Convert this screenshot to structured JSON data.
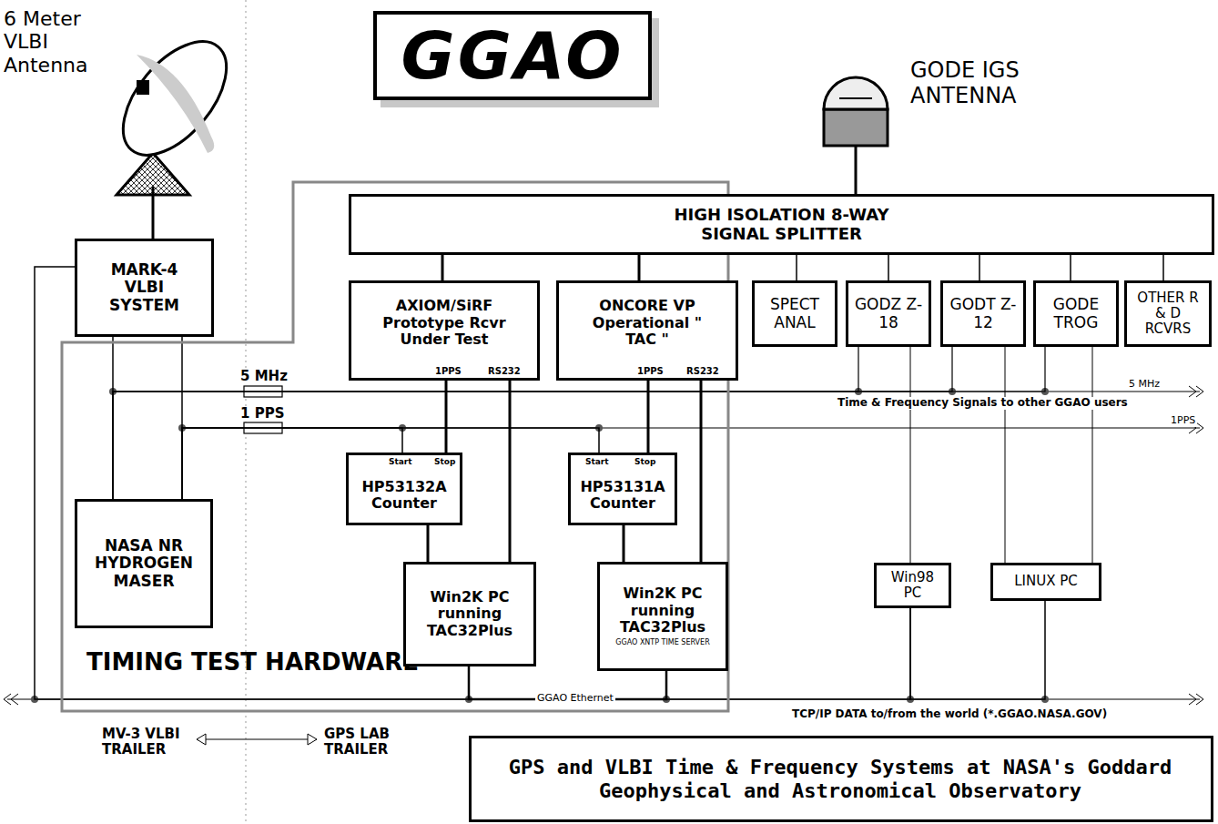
{
  "diagram": {
    "nodes": [
      {
        "text": [
          "GGAO"
        ]
      },
      {
        "text": [
          "MARK-4 VLBI SYSTEM"
        ]
      },
      {
        "text": [
          "TIMING TEST HARDWARE"
        ]
      },
      {
        "text": [
          "NASA NR HYDROGEN MASER"
        ],
        "in": 2
      },
      {
        "text": [
          "HIGH ISOLATION 8-WAY SIGNAL SPLITTER"
        ]
      },
      {
        "text": [
          "AXIOM/SiRF Prototype Rcvr Under Test",
          "1PPS",
          "RS232"
        ],
        "in": 2
      },
      {
        "text": [
          "ONCORE VP Operational \" TAC \"",
          "1PPS",
          "RS232"
        ],
        "in": 2
      },
      {
        "text": [
          "HP53132A Counter",
          "Start",
          "Stop"
        ],
        "in": 2
      },
      {
        "text": [
          "HP53131A Counter",
          "Start",
          "Stop"
        ],
        "in": 2
      },
      {
        "text": [
          "Win2K PC running TAC32Plus"
        ],
        "in": 2
      },
      {
        "text": [
          "Win2K PC running TAC32Plus",
          "GGAO XNTP TIME SERVER"
        ],
        "in": 2
      },
      {
        "text": [
          "SPECT ANAL"
        ]
      },
      {
        "text": [
          "GODZ Z-18"
        ]
      },
      {
        "text": [
          "GODT Z-12"
        ]
      },
      {
        "text": [
          "GODE TROG"
        ]
      },
      {
        "text": [
          "OTHER R & D RCVRS"
        ]
      },
      {
        "text": [
          "Win98 PC"
        ]
      },
      {
        "text": [
          "LINUX PC"
        ]
      },
      {
        "text": [
          "GPS and VLBI Time & Frequency Systems at NASA's Goddard Geophysical and Astronomical Observatory"
        ]
      }
    ],
    "edges": [
      {
        "from": 4,
        "to": 5,
        "arrow": "none"
      },
      {
        "from": 4,
        "to": 6,
        "arrow": "none"
      },
      {
        "from": 4,
        "to": 11,
        "arrow": "none"
      },
      {
        "from": 4,
        "to": 12,
        "arrow": "none"
      },
      {
        "from": 4,
        "to": 13,
        "arrow": "none"
      },
      {
        "from": 4,
        "to": 14,
        "arrow": "none"
      },
      {
        "from": 4,
        "to": 15,
        "arrow": "none"
      },
      {
        "from": 1,
        "to": 3,
        "arrow": "none"
      },
      {
        "from": 1,
        "to": 3,
        "arrow": "none"
      },
      {
        "from": 3,
        "to": 12,
        "arrow": "none"
      },
      {
        "from": 3,
        "to": 13,
        "arrow": "none"
      },
      {
        "from": 3,
        "to": 14,
        "arrow": "none"
      },
      {
        "from": 3,
        "to": 7,
        "arrow": "none"
      },
      {
        "from": 3,
        "to": 8,
        "arrow": "none"
      },
      {
        "from": 5,
        "to": 7,
        "arrow": "none"
      },
      {
        "from": 5,
        "to": 9,
        "arrow": "none"
      },
      {
        "from": 6,
        "to": 8,
        "arrow": "none"
      },
      {
        "from": 6,
        "to": 10,
        "arrow": "none"
      },
      {
        "from": 7,
        "to": 9,
        "arrow": "none"
      },
      {
        "from": 8,
        "to": 10,
        "arrow": "none"
      },
      {
        "from": 12,
        "to": 16,
        "arrow": "none"
      },
      {
        "from": 13,
        "to": 17,
        "arrow": "none"
      },
      {
        "from": 14,
        "to": 17,
        "arrow": "none"
      },
      {
        "from": 1,
        "to": 9,
        "arrow": "none"
      },
      {
        "from": 9,
        "to": 10,
        "arrow": "none"
      },
      {
        "from": 10,
        "to": 16,
        "arrow": "none"
      },
      {
        "from": 16,
        "to": 17,
        "arrow": "none"
      }
    ],
    "labels": [
      "6 Meter VLBI Antenna",
      "GODE IGS ANTENNA",
      "5 MHz",
      "1 PPS",
      "5 MHz",
      "Time & Frequency Signals to other GGAO users",
      "1PPS",
      "GGAO Ethernet",
      "TCP/IP DATA to/from the world (*.GGAO.NASA.GOV)",
      "MV-3 VLBI TRAILER",
      "GPS LAB TRAILER"
    ]
  }
}
